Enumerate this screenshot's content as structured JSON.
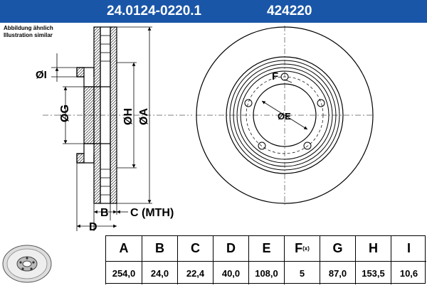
{
  "header": {
    "part_number": "24.0124-0220.1",
    "ref_number": "424220",
    "bg_color": "#1a56a8"
  },
  "note": {
    "line1": "Abbildung ähnlich",
    "line2": "Illustration similar"
  },
  "labels": {
    "dia_i": "ØI",
    "dia_g": "ØG",
    "dia_h": "ØH",
    "dia_a": "ØA",
    "dim_b": "B",
    "dim_c": "C (MTH)",
    "dim_d": "D",
    "dim_f": "F",
    "dia_e": "ØE"
  },
  "table": {
    "headers": [
      "A",
      "B",
      "C",
      "D",
      "E",
      "F",
      "G",
      "H",
      "I"
    ],
    "f_suffix": "(x)",
    "values": [
      "254,0",
      "24,0",
      "22,4",
      "40,0",
      "108,0",
      "5",
      "87,0",
      "153,5",
      "10,6"
    ]
  }
}
